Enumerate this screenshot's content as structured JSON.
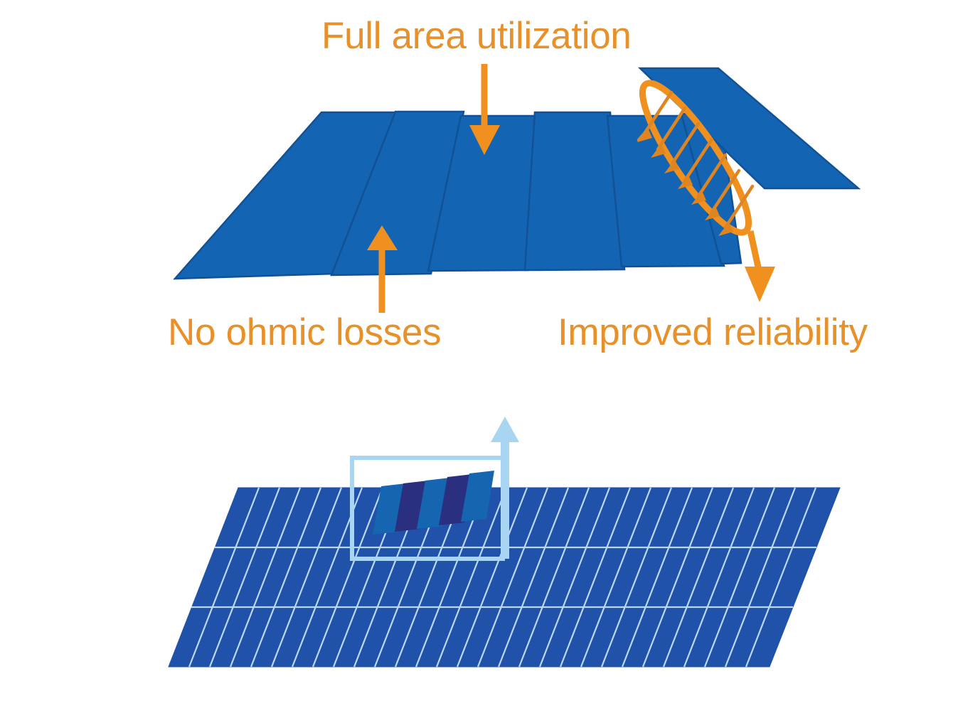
{
  "figure": {
    "title_hidden": "Shingled solar cell module advantages diagram",
    "background_color": "#FFFFFF",
    "accent_orange": "#F0901E",
    "label_orange": "#E8912A",
    "callout_light_blue": "#A8D5F2",
    "cell_blue": "#1464B4",
    "cell_blue_stroke": "#1155A0",
    "module_blue": "#1F52A8",
    "module_grid_line": "#BBD9F2",
    "strip_blue_light": "#1565B0",
    "strip_blue_dark": "#2A2F7F"
  },
  "labels": {
    "full_area": "Full area utilization",
    "no_ohmic": "No ohmic losses",
    "improved_reliability": "Improved reliability"
  },
  "top_panel": {
    "description": "Exploded perspective view of shingled solar cell strips overlapping like roof tiles",
    "strip_count": 6,
    "detached_strip_index": 5,
    "callout_ellipse": {
      "label": "overlap-interconnection-zone",
      "rotation_deg": 55,
      "inner_arrow_count": 7,
      "inner_arrow_direction": "down-left"
    },
    "arrows": [
      {
        "name": "full-area-arrow",
        "direction": "down",
        "from_label": "full_area",
        "color": "#F0901E"
      },
      {
        "name": "no-ohmic-arrow",
        "direction": "up",
        "from_label": "no_ohmic",
        "color": "#F0901E"
      },
      {
        "name": "reliability-arrow",
        "direction": "down",
        "from_label": "improved_reliability",
        "color": "#F0901E"
      }
    ]
  },
  "bottom_panel": {
    "description": "Full solar module in perspective with magnified callout of shingled cell overlap",
    "module": {
      "rows": 3,
      "columns": 29,
      "fill": "#1F52A8",
      "grid_line_color": "#BBD9F2"
    },
    "callout_box": {
      "name": "magnifier-box",
      "stroke": "#A8D5F2",
      "stroke_width": 6
    },
    "callout_arrow": {
      "name": "zoom-arrow",
      "direction": "up",
      "color": "#A8D5F2"
    },
    "zoom_strips": [
      {
        "index": 1,
        "color": "#1565B0"
      },
      {
        "index": 2,
        "color": "#2A2F7F"
      },
      {
        "index": 3,
        "color": "#1565B0"
      },
      {
        "index": 4,
        "color": "#2A2F7F"
      },
      {
        "index": 5,
        "color": "#1565B0"
      }
    ]
  }
}
